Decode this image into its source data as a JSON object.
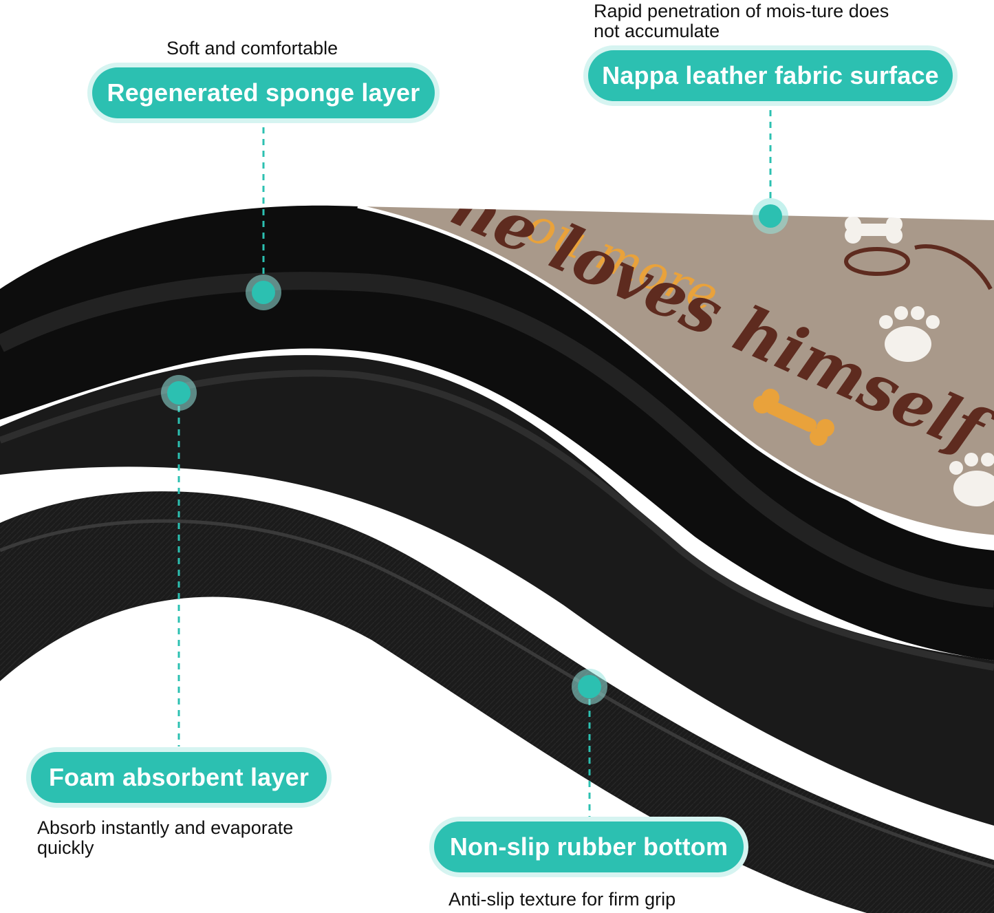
{
  "labels": {
    "sponge": {
      "title": "Regenerated sponge layer",
      "caption": "Soft and comfortable",
      "dot_icon": "callout-dot-icon"
    },
    "nappa": {
      "title": "Nappa leather fabric surface",
      "caption_line1": "Rapid penetration of mois-ture does",
      "caption_line2": "not accumulate",
      "dot_icon": "callout-dot-icon"
    },
    "foam": {
      "title": "Foam absorbent layer",
      "caption_line1": "Absorb instantly and evaporate",
      "caption_line2": "quickly",
      "dot_icon": "callout-dot-icon"
    },
    "rubber": {
      "title": "Non-slip rubber bottom",
      "caption": "Anti-slip texture for firm grip",
      "dot_icon": "callout-dot-icon"
    }
  },
  "mat_print": {
    "text_line1": "ou more",
    "text_line2": "ne loves himself",
    "icons": [
      "paw-print-icon",
      "bone-icon"
    ]
  },
  "colors": {
    "accent_teal": "#2cc0b1",
    "pill_halo": "#d6f4f1",
    "mat_surface": "#a9998a",
    "script_brown": "#5e2b1f",
    "script_orange": "#e9a23b",
    "layer_black": "#111111"
  }
}
